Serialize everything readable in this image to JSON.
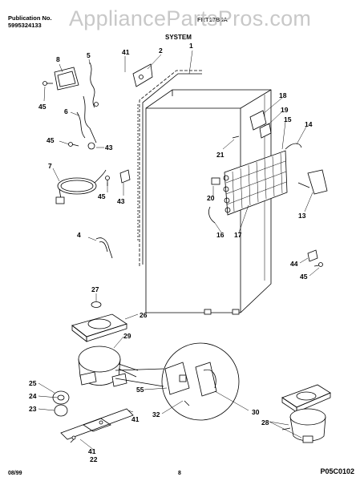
{
  "header": {
    "publication_label": "Publication No.",
    "publication_number": "5995324133",
    "model_partial": "FRT17B3A",
    "title": "SYSTEM"
  },
  "watermark": "AppliancePartsPros.com",
  "footer": {
    "date": "08/99",
    "page": "8",
    "figure_code": "P05C0102"
  },
  "callouts": {
    "c1": "1",
    "c2": "2",
    "c4": "4",
    "c5": "5",
    "c6": "6",
    "c7": "7",
    "c8": "8",
    "c13": "13",
    "c14": "14",
    "c15": "15",
    "c16": "16",
    "c17": "17",
    "c18": "18",
    "c19": "19",
    "c20": "20",
    "c21": "21",
    "c22": "22",
    "c23": "23",
    "c24": "24",
    "c25": "25",
    "c26": "26",
    "c27": "27",
    "c28": "28",
    "c29": "29",
    "c30": "30",
    "c32": "32",
    "c41a": "41",
    "c41b": "41",
    "c41c": "41",
    "c43a": "43",
    "c43b": "43",
    "c44": "44",
    "c45a": "45",
    "c45b": "45",
    "c45c": "45",
    "c45d": "45",
    "c55": "55"
  }
}
